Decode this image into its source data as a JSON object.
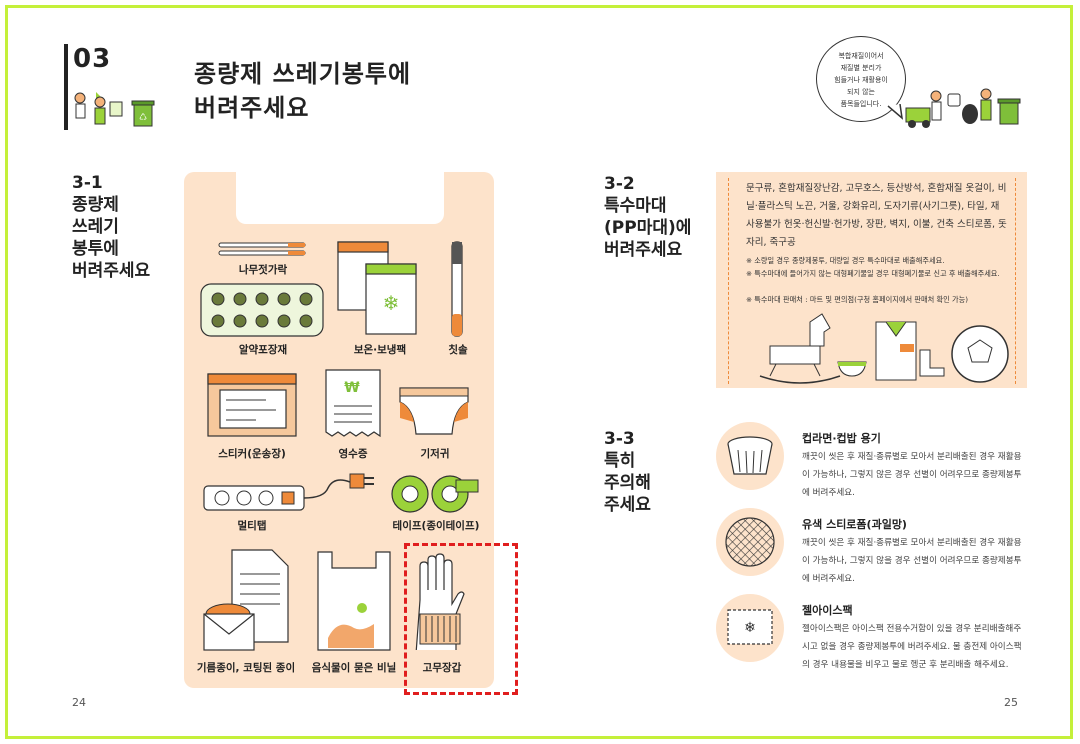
{
  "header": {
    "section_number": "03",
    "title_line1": "종량제 쓰레기봉투에",
    "title_line2": "버려주세요"
  },
  "bubble": {
    "lines": [
      "복합재질이어서",
      "재질별 분리가",
      "힘들거나 재활용이",
      "되지 않는",
      "품목들입니다."
    ]
  },
  "section_31": {
    "heading_lines": [
      "3-1",
      "종량제",
      "쓰레기",
      "봉투에",
      "버려주세요"
    ],
    "items": {
      "chopsticks": "나무젓가락",
      "pill_pack": "알약포장재",
      "cooler_pack": "보온·보냉팩",
      "toothbrush": "칫솔",
      "sticker": "스티커(운송장)",
      "receipt": "영수증",
      "diaper": "기저귀",
      "power_strip": "멀티탭",
      "tape": "테이프(종이테이프)",
      "greasy_paper": "기름종이, 코팅된 종이",
      "food_vinyl": "음식물이 묻은 비닐",
      "rubber_gloves": "고무장갑"
    },
    "receipt_symbol": "₩"
  },
  "section_32": {
    "heading_lines": [
      "3-2",
      "특수마대",
      "(PP마대)에",
      "버려주세요"
    ],
    "body": "문구류, 혼합재질장난감, 고무호스, 등산방석, 혼합재질 옷걸이, 비닐·플라스틱 노끈, 거울, 강화유리, 도자기류(사기그릇), 타일, 재사용불가 헌옷·헌신발·헌가방, 장판, 벽지, 이불, 건축 스티로폼, 돗자리, 죽구공",
    "notes": [
      "※ 소량일 경우 종량제봉투, 대량일 경우 특수마대로 배출해주세요.",
      "※ 특수마대에 들어가지 않는 대형폐기물일 경우 대형폐기물로 신고 후 배출해주세요.",
      "※ 특수마대 판매처 : 마트 및 편의점(구청 홈페이지에서 판매처 확인 가능)"
    ]
  },
  "section_33": {
    "heading_lines": [
      "3-3",
      "특히",
      "주의해",
      "주세요"
    ],
    "items": [
      {
        "title": "컵라면·컵밥 용기",
        "desc": "깨끗이 씻은 후 재질·종류별로 모아서 분리배출된 경우 재활용이 가능하나, 그렇지 않은 경우 선별이 어려우므로 종량제봉투에 버려주세요."
      },
      {
        "title": "유색 스티로폼(과일망)",
        "desc": "깨끗이 씻은 후 재질·종류별로 모아서 분리배출된 경우 재활용이 가능하나, 그렇지 않을 경우 선별이 어려우므로 종량제봉투에 버려주세요."
      },
      {
        "title": "젤아이스팩",
        "desc": "젤아이스팩은 아이스팩 전용수거함이 있을 경우 분리배출해주시고 없을 경우 종량제봉투에 버려주세요. 물 충전제 아이스팩의 경우 내용물을 비우고 물로 헹군 후 분리배출 해주세요."
      }
    ]
  },
  "footer": {
    "left_page": "24",
    "right_page": "25"
  },
  "colors": {
    "accent_green": "#c4f03a",
    "peach": "#fde3cb",
    "orange": "#ee8a3a",
    "olive": "#4a5a2a",
    "red_dashed": "#e01e1e"
  },
  "icons": [
    "chopsticks-icon",
    "pill-pack-icon",
    "cooler-pack-icon",
    "toothbrush-icon",
    "sticker-box-icon",
    "receipt-icon",
    "diaper-icon",
    "power-strip-icon",
    "tape-icon",
    "greasy-paper-icon",
    "food-vinyl-icon",
    "rubber-gloves-icon",
    "cup-noodle-icon",
    "fruit-net-icon",
    "ice-pack-icon",
    "recycle-bin-icon",
    "rocking-horse-icon",
    "bowl-icon",
    "shirt-icon",
    "boot-icon",
    "ball-icon"
  ]
}
